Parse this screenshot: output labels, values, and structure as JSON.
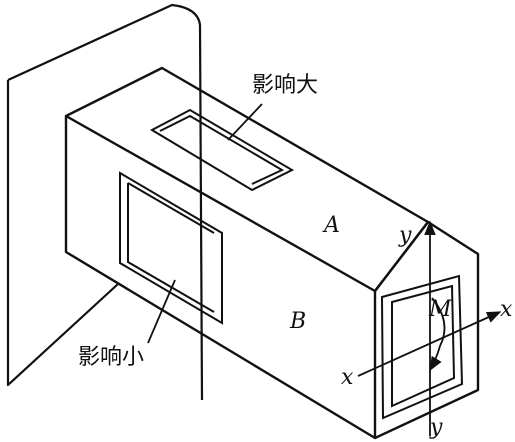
{
  "labels": {
    "large_influence": "影响大",
    "small_influence": "影响小",
    "face_a": "A",
    "face_b": "B",
    "moment": "M",
    "axis_x_left": "x",
    "axis_x_right": "x",
    "axis_y_top": "y",
    "axis_y_bottom": "y"
  },
  "colors": {
    "ink": "#111111",
    "background": "#ffffff"
  }
}
